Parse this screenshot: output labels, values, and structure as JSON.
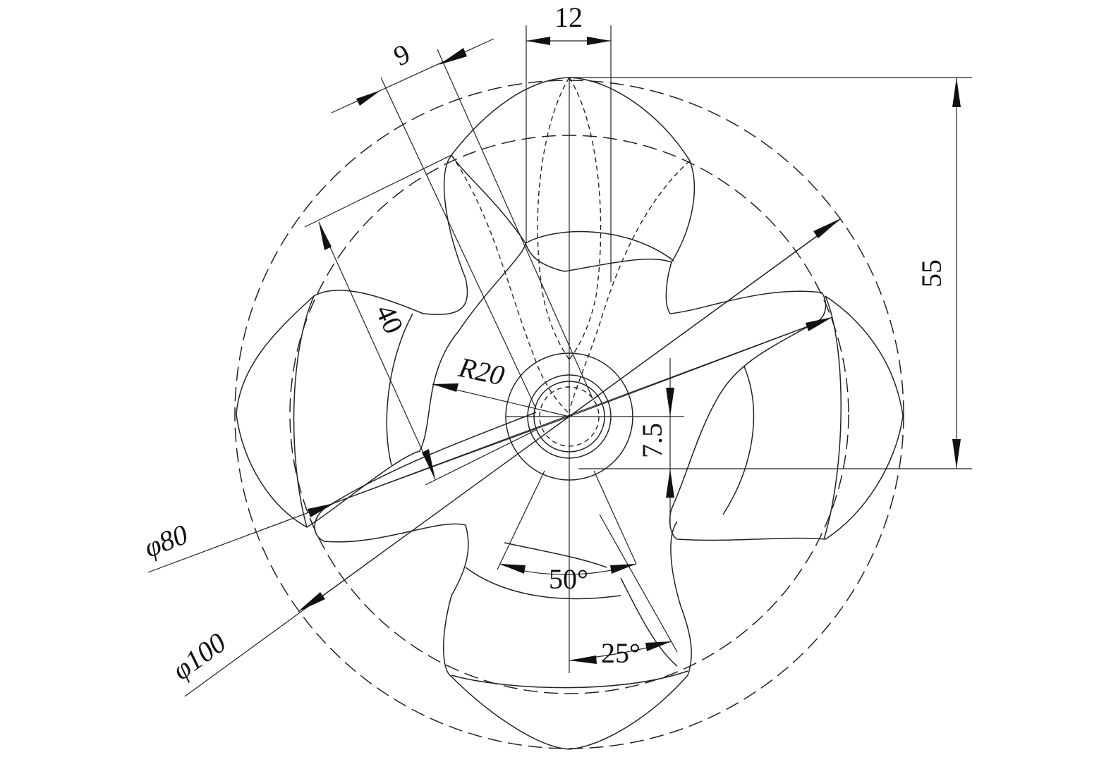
{
  "drawing": {
    "dimensions": {
      "width_top": "12",
      "blade_thickness": "9",
      "height_right": "55",
      "hub_offset": "7.5",
      "blade_length": "40",
      "fillet_radius": "R20",
      "inner_diameter": "φ80",
      "outer_diameter": "φ100",
      "blade_angle": "50°",
      "tilt_angle": "25°"
    }
  }
}
